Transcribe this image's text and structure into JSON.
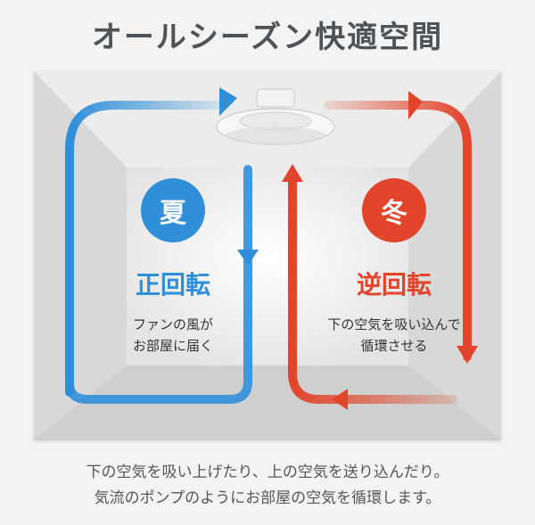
{
  "title": "オールシーズン快適空間",
  "summer": {
    "badge": "夏",
    "mode": "正回転",
    "desc_line1": "ファンの風が",
    "desc_line2": "お部屋に届く"
  },
  "winter": {
    "badge": "冬",
    "mode": "逆回転",
    "desc_line1": "下の空気を吸い込んで",
    "desc_line2": "循環させる"
  },
  "footer": {
    "line1": "下の空気を吸い上げたり、上の空気を送り込んだり。",
    "line2": "気流のポンプのようにお部屋の空気を循環します。"
  },
  "colors": {
    "summer": "#2f8fd8",
    "winter": "#e2452b",
    "title": "#4e5358"
  },
  "icons": [
    "ceiling-fan-icon",
    "airflow-arrow-summer",
    "airflow-arrow-winter"
  ]
}
